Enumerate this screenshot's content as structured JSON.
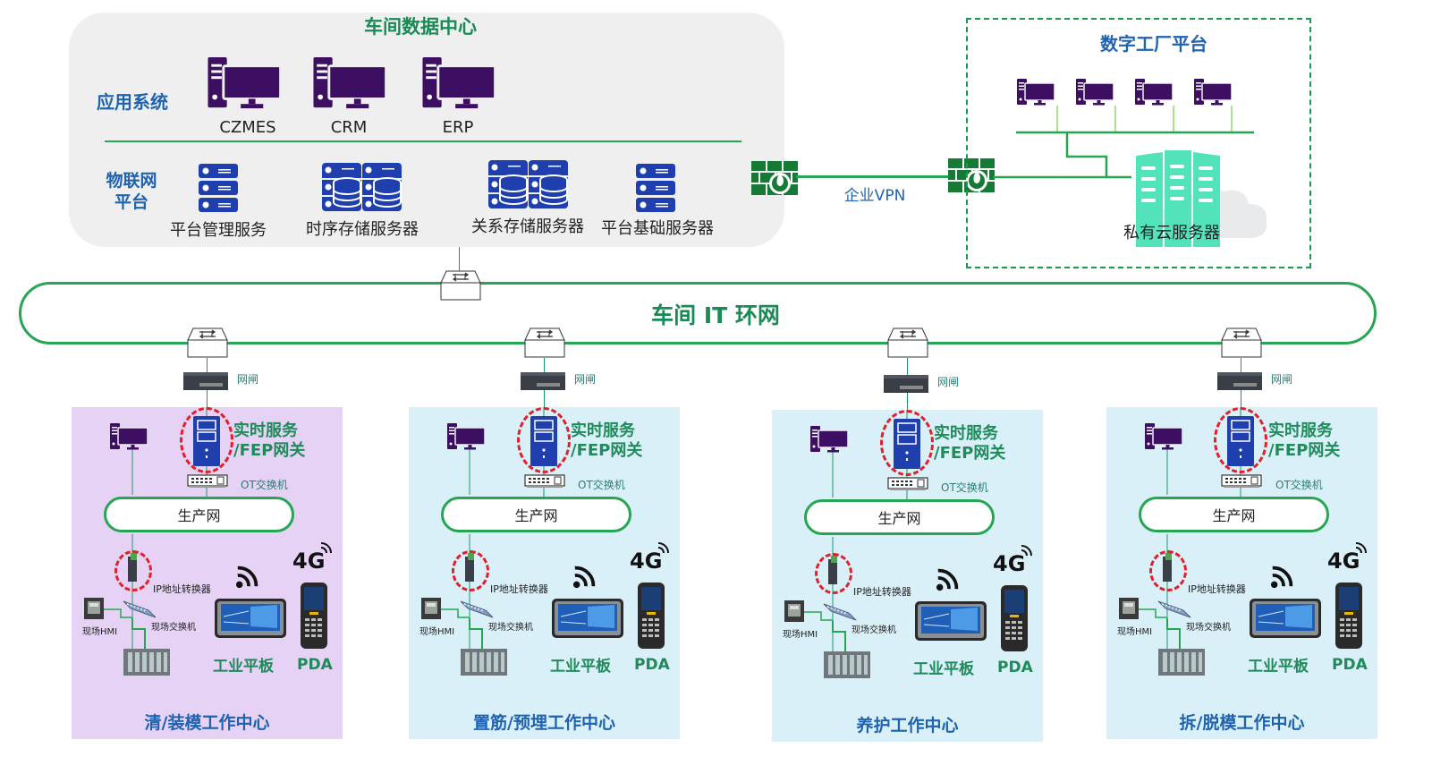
{
  "data_center": {
    "title": "车间数据中心",
    "app_system_label": "应用系统",
    "apps": [
      {
        "name": "CZMES",
        "icon": "desktop-computer-icon"
      },
      {
        "name": "CRM",
        "icon": "desktop-computer-icon"
      },
      {
        "name": "ERP",
        "icon": "desktop-computer-icon"
      }
    ],
    "iot_platform_label_line1": "物联网",
    "iot_platform_label_line2": "平台",
    "iot_services": [
      {
        "name": "平台管理服务",
        "icon": "server-rack-icon"
      },
      {
        "name": "时序存储服务器",
        "icon": "database-server-icon"
      },
      {
        "name": "关系存储服务器",
        "icon": "database-server-icon"
      },
      {
        "name": "平台基础服务器",
        "icon": "server-rack-icon"
      }
    ]
  },
  "vpn": {
    "label": "企业VPN",
    "left_icon": "firewall-icon",
    "right_icon": "firewall-icon"
  },
  "digital_factory": {
    "title": "数字工厂平台",
    "workstation_count": 4,
    "private_cloud_label": "私有云服务器"
  },
  "it_ring": {
    "title": "车间 IT 环网"
  },
  "gateway_label": "网闸",
  "work_centers": [
    {
      "title": "清/装模工作中心",
      "color": "#e5d2f5",
      "fep_line1": "实时服务",
      "fep_line2": "/FEP网关",
      "ot_switch": "OT交换机",
      "production_net": "生产网",
      "ip_converter": "IP地址转换器",
      "hmi": "现场HMI",
      "field_switch": "现场交换机",
      "tablet": "工业平板",
      "pda": "PDA",
      "cellular": "4G"
    },
    {
      "title": "置筋/预埋工作中心",
      "color": "#d9f0f9",
      "fep_line1": "实时服务",
      "fep_line2": "/FEP网关",
      "ot_switch": "OT交换机",
      "production_net": "生产网",
      "ip_converter": "IP地址转换器",
      "hmi": "现场HMI",
      "field_switch": "现场交换机",
      "tablet": "工业平板",
      "pda": "PDA",
      "cellular": "4G"
    },
    {
      "title": "养护工作中心",
      "color": "#d9f0f9",
      "fep_line1": "实时服务",
      "fep_line2": "/FEP网关",
      "ot_switch": "OT交换机",
      "production_net": "生产网",
      "ip_converter": "IP地址转换器",
      "hmi": "现场HMI",
      "field_switch": "现场交换机",
      "tablet": "工业平板",
      "pda": "PDA",
      "cellular": "4G"
    },
    {
      "title": "拆/脱模工作中心",
      "color": "#d9f0f9",
      "fep_line1": "实时服务",
      "fep_line2": "/FEP网关",
      "ot_switch": "OT交换机",
      "production_net": "生产网",
      "ip_converter": "IP地址转换器",
      "hmi": "现场HMI",
      "field_switch": "现场交换机",
      "tablet": "工业平板",
      "pda": "PDA",
      "cellular": "4G"
    }
  ],
  "colors": {
    "network_green": "#26a552",
    "title_green": "#1a8a55",
    "title_blue": "#1f63b0",
    "computer_purple": "#3d0f62",
    "server_blue": "#1f3fae",
    "cloud_teal": "#52e3bb",
    "firewall_green": "#157a35",
    "highlight_red": "#e0202a"
  }
}
